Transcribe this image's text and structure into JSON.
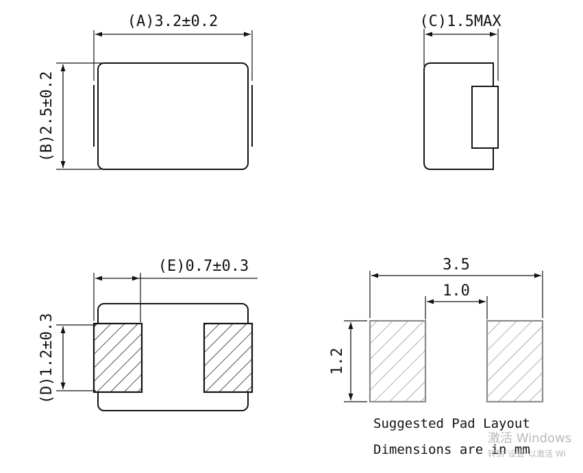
{
  "dimensions": {
    "A": "(A)3.2±0.2",
    "B": "(B)2.5±0.2",
    "C": "(C)1.5MAX",
    "D": "(D)1.2±0.3",
    "E": "(E)0.7±0.3"
  },
  "pad_layout": {
    "total_width": "3.5",
    "gap": "1.0",
    "height": "1.2"
  },
  "notes": {
    "line1": "Suggested Pad Layout",
    "line2": "Dimensions are in mm"
  },
  "watermark": {
    "line1": "激活 Windows",
    "line2": "转到\"设置\"以激活 Wi"
  }
}
